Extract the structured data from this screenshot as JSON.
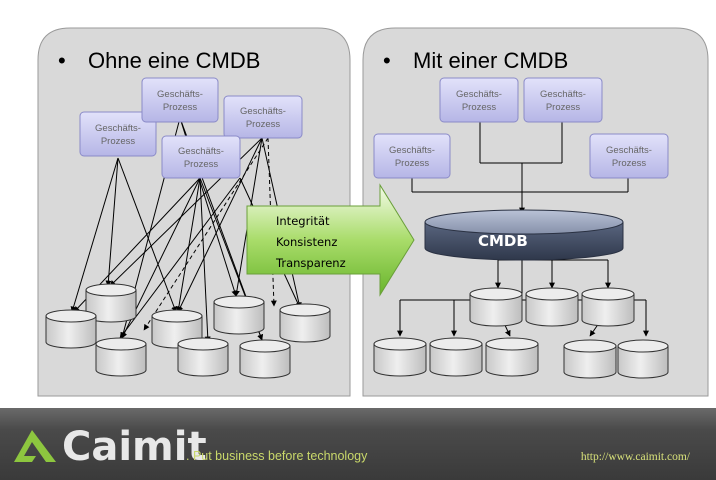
{
  "panels": {
    "left_title": "Ohne eine CMDB",
    "right_title": "Mit einer CMDB",
    "bullet": "•"
  },
  "process_label": {
    "line1": "Geschäfts-",
    "line2": "Prozess"
  },
  "arrow": {
    "lines": [
      "Integrität",
      "Konsistenz",
      "Transparenz"
    ]
  },
  "cmdb_label": "CMDB",
  "footer": {
    "brand": "Caimit",
    "tagline": ". Put business before technology",
    "url": "http://www.caimit.com/"
  },
  "colors": {
    "panel_fill": "#d9d9d9",
    "process_fill": "#c9c9ee",
    "process_stroke": "#8a8ac8",
    "cylinder_fill": "#dedede",
    "cmdb_fill": "#46526b",
    "arrow_fill": "#8fcf4a",
    "logo_green": "#8dc63f"
  }
}
